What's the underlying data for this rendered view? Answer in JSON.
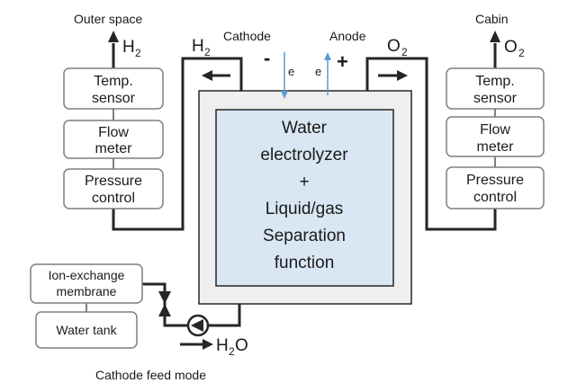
{
  "labels": {
    "outer_space": "Outer space",
    "cabin": "Cabin",
    "cathode": "Cathode",
    "anode": "Anode",
    "minus": "-",
    "plus": "+",
    "electron_left": "e",
    "electron_right": "e",
    "h2_outlet": "H",
    "h2_cathode": "H",
    "o2_anode": "O",
    "o2_cabin": "O",
    "h2o": "H",
    "sub_2": "2",
    "feed_mode": "Cathode feed mode"
  },
  "left_stack": {
    "temp_line1": "Temp.",
    "temp_line2": "sensor",
    "flow_line1": "Flow",
    "flow_line2": "meter",
    "pressure_line1": "Pressure",
    "pressure_line2": "control"
  },
  "right_stack": {
    "temp_line1": "Temp.",
    "temp_line2": "sensor",
    "flow_line1": "Flow",
    "flow_line2": "meter",
    "pressure_line1": "Pressure",
    "pressure_line2": "control"
  },
  "electrolyzer": {
    "line1": "Water",
    "line2": "electrolyzer",
    "line3": "+",
    "line4": "Liquid/gas",
    "line5": "Separation",
    "line6": "function"
  },
  "feed": {
    "membrane_line1": "Ion-exchange",
    "membrane_line2": "membrane",
    "water_tank": "Water tank",
    "h2o_tail": "O"
  },
  "colors": {
    "electrolyzer_fill": "#d9e6f3",
    "housing_fill": "#efefef",
    "pipe": "#262626",
    "electron_arrow": "#5b9bd5"
  }
}
